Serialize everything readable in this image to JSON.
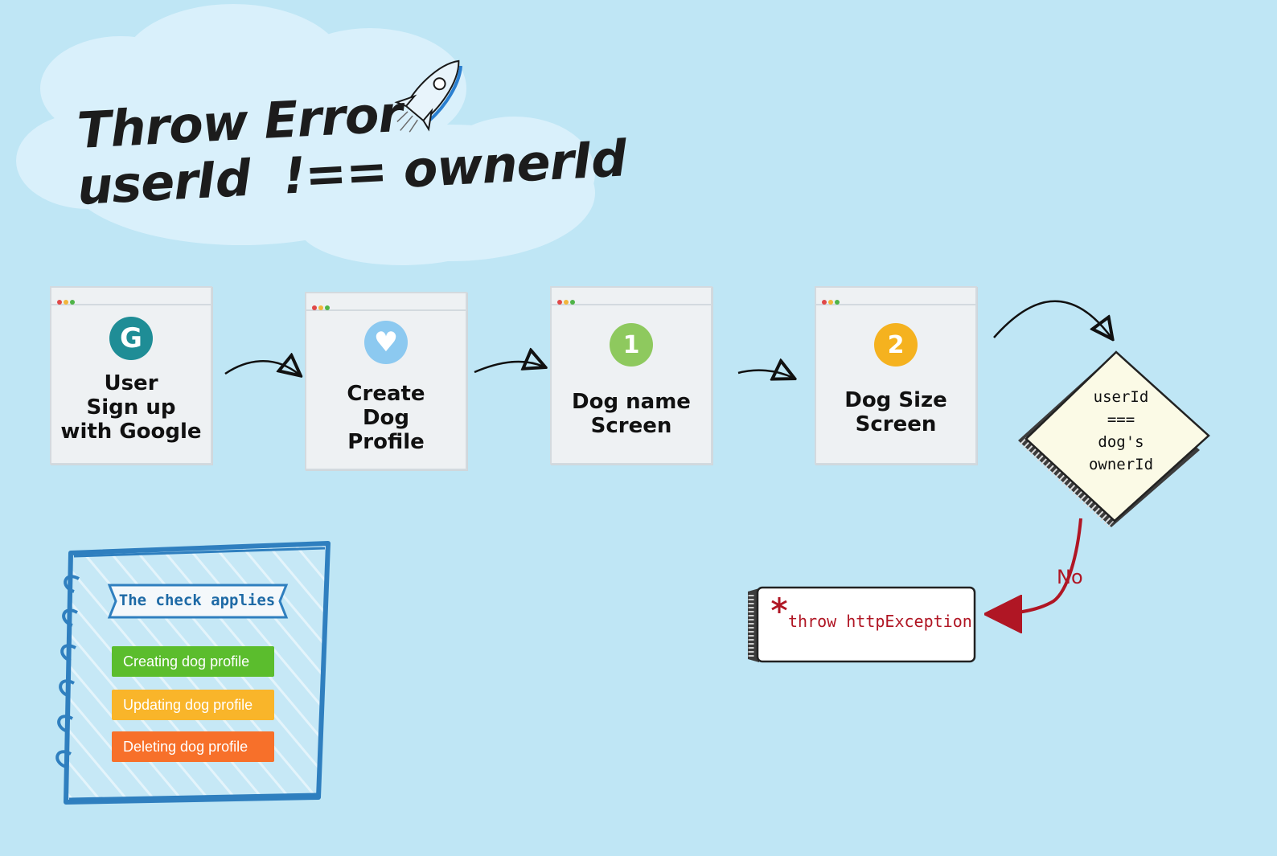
{
  "title": {
    "line1": "Throw Error",
    "line2": "userId  !== ownerId"
  },
  "screens": [
    {
      "label": "User\nSign up\nwith Google",
      "icon": "google-icon",
      "icon_text": "G",
      "icon_color": "#1f8d96"
    },
    {
      "label": "Create\nDog\nProfile",
      "icon": "heart-icon",
      "icon_text": "♥",
      "icon_color": "#8cc9f0"
    },
    {
      "label": "Dog name\nScreen",
      "icon": "number-one-icon",
      "icon_text": "1",
      "icon_color": "#8ec95e"
    },
    {
      "label": "Dog Size\nScreen",
      "icon": "number-two-icon",
      "icon_text": "2",
      "icon_color": "#f5b21f"
    }
  ],
  "decision": {
    "text": "userId\n===\ndog's\nownerId"
  },
  "no_label": "No",
  "exception": {
    "text": "throw httpException"
  },
  "notebook": {
    "ribbon": "The check applies",
    "items": [
      {
        "label": "Creating dog profile",
        "color": "#5bbd2d"
      },
      {
        "label": "Updating dog profile",
        "color": "#f9b52a"
      },
      {
        "label": "Deleting dog profile",
        "color": "#f7702a"
      }
    ]
  },
  "colors": {
    "background": "#bfe6f5",
    "cloud": "#d9f0fb",
    "arrow_red": "#b01624",
    "notebook_blue": "#2f7fbf"
  }
}
